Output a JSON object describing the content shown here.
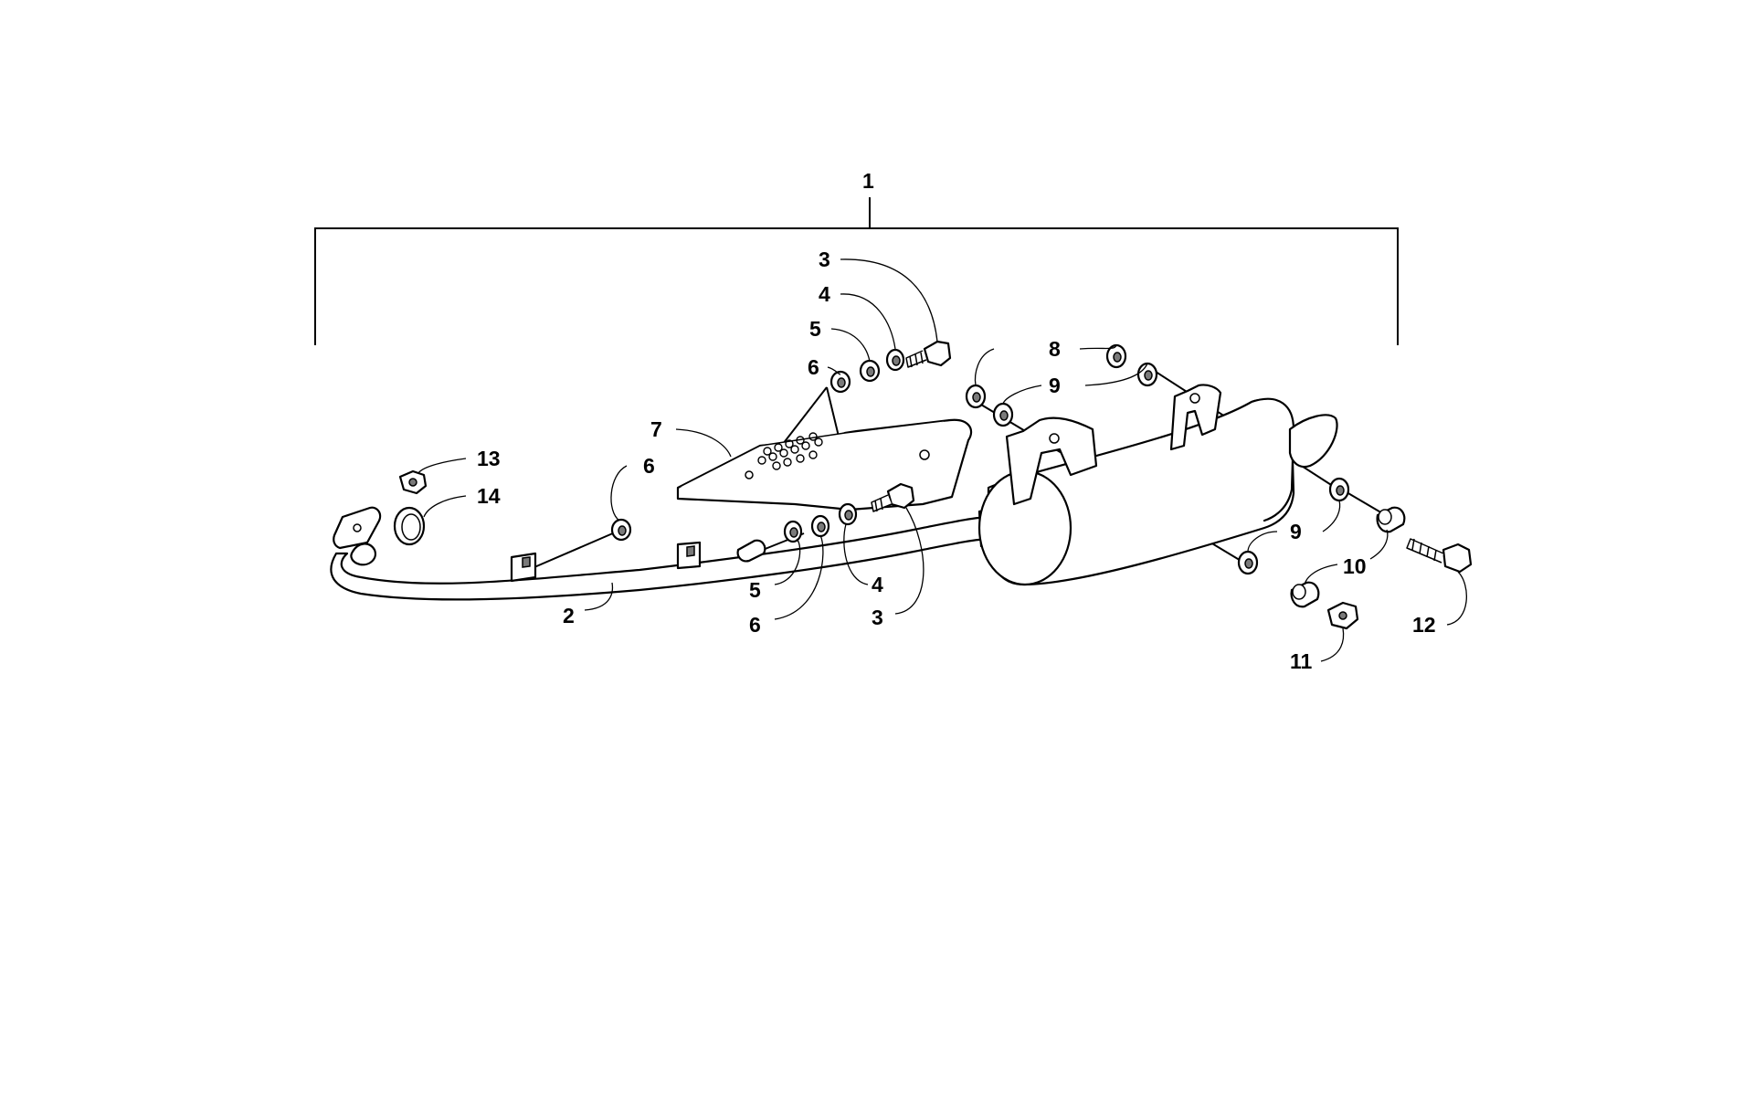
{
  "diagram": {
    "callouts": {
      "c1": "1",
      "c2": "2",
      "c3a": "3",
      "c3b": "3",
      "c4a": "4",
      "c4b": "4",
      "c5a": "5",
      "c5b": "5",
      "c6a": "6",
      "c6b": "6",
      "c6c": "6",
      "c7": "7",
      "c8": "8",
      "c9a": "9",
      "c9b": "9",
      "c10": "10",
      "c11": "11",
      "c12": "12",
      "c13": "13",
      "c14": "14"
    }
  }
}
